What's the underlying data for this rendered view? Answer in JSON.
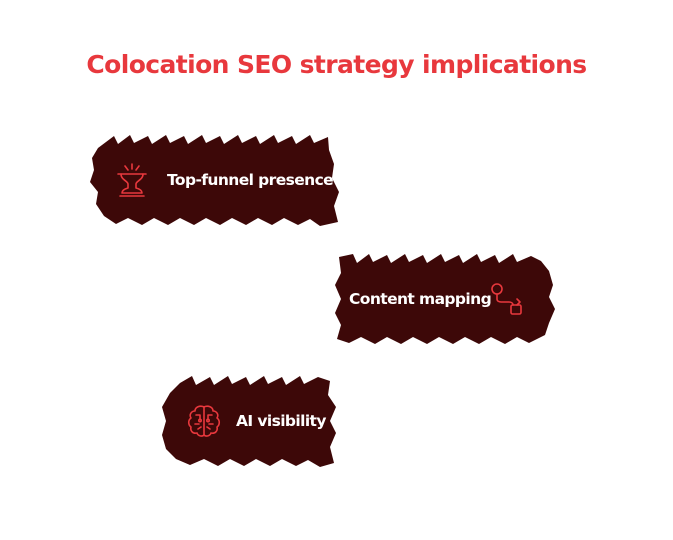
{
  "title": "Colocation SEO strategy implications",
  "colors": {
    "title": "#e8383d",
    "card_fill": "#3d0808",
    "icon_stroke": "#e8383d",
    "label": "#ffffff"
  },
  "items": [
    {
      "label": "Top-funnel presence",
      "icon": "funnel-icon"
    },
    {
      "label": "Content mapping",
      "icon": "flow-map-icon"
    },
    {
      "label": "AI visibility",
      "icon": "brain-circuit-icon"
    }
  ]
}
